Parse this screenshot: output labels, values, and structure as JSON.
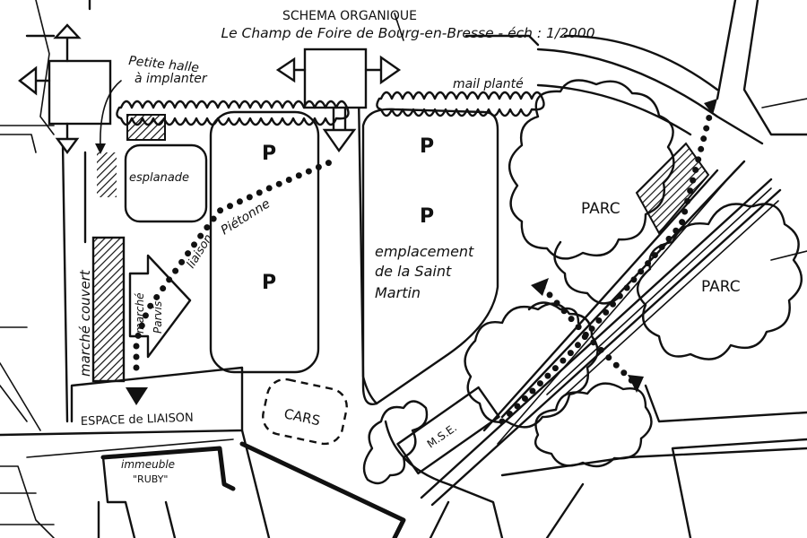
{
  "title": {
    "line1": "SCHEMA ORGANIQUE",
    "line2": "Le Champ de Foire de Bourg-en-Bresse - éch : 1/2000"
  },
  "labels": {
    "petite_halle_1": "Petite halle",
    "petite_halle_2": "à implanter",
    "mail_plante": "mail planté",
    "esplanade": "esplanade",
    "liaison_pietonne_1": "liaison",
    "liaison_pietonne_2": "Piétonne",
    "parking_1": "P",
    "parking_2": "P",
    "parking_3": "P",
    "parking_4": "P",
    "emplacement_1": "emplacement",
    "emplacement_2": "de la Saint",
    "emplacement_3": "Martin",
    "parc_1": "PARC",
    "parc_2": "PARC",
    "marche_couvert": "marché couvert",
    "marche_parvis_1": "marché",
    "marche_parvis_2": "Parvis",
    "espace_liaison": "ESPACE de LIAISON",
    "cars": "CARS",
    "immeuble_1": "immeuble",
    "immeuble_2": "\"RUBY\"",
    "mse": "M.S.E."
  },
  "icons": [
    "arrow-up-icon",
    "arrow-down-icon",
    "arrow-left-icon",
    "arrow-right-icon"
  ]
}
